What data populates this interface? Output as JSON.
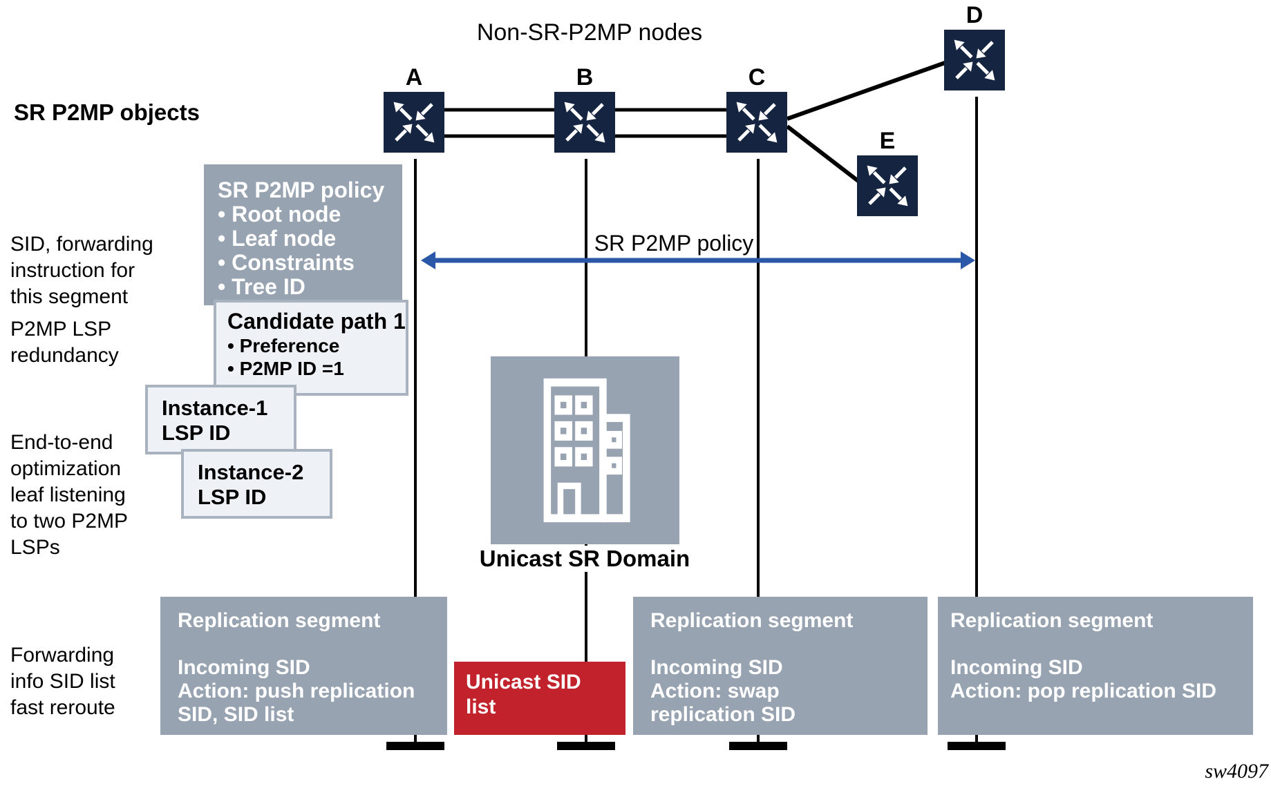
{
  "title": "Non-SR-P2MP nodes",
  "heading": "SR P2MP objects",
  "arrow_label": "SR P2MP policy",
  "watermark": "sw4097",
  "nodes": [
    {
      "label": "A"
    },
    {
      "label": "B"
    },
    {
      "label": "C"
    },
    {
      "label": "D"
    },
    {
      "label": "E"
    }
  ],
  "side_labels": {
    "sid": {
      "lines": [
        "SID, forwarding",
        "instruction for",
        "this segment"
      ]
    },
    "redundancy": {
      "lines": [
        "P2MP LSP",
        "redundancy"
      ]
    },
    "endtoend": {
      "lines": [
        "End-to-end",
        "optimization",
        "leaf listening",
        "to two P2MP",
        "LSPs"
      ]
    },
    "forwarding": {
      "lines": [
        "Forwarding",
        "info SID list",
        "fast reroute"
      ]
    }
  },
  "boxes": {
    "policy": {
      "title": "SR P2MP policy",
      "bullets": [
        "• Root node",
        "• Leaf node",
        "• Constraints",
        "• Tree ID"
      ]
    },
    "candidate": {
      "title": "Candidate path 1",
      "bullets": [
        "• Preference",
        "• P2MP ID =1"
      ]
    },
    "instance1": {
      "lines": [
        "Instance-1",
        "LSP ID"
      ]
    },
    "instance2": {
      "lines": [
        "Instance-2",
        "LSP ID"
      ]
    },
    "domain": {
      "label": "Unicast SR Domain"
    },
    "repl_push": {
      "title": "Replication segment",
      "body": [
        "Incoming SID",
        "Action: push replication",
        "SID, SID list"
      ]
    },
    "unicast_sid": {
      "lines": [
        "Unicast SID",
        "list"
      ]
    },
    "repl_swap": {
      "title": "Replication segment",
      "body": [
        "Incoming SID",
        "Action: swap",
        "replication SID"
      ]
    },
    "repl_pop": {
      "title": "Replication segment",
      "body": [
        "Incoming SID",
        "Action: pop replication SID"
      ]
    }
  },
  "colors": {
    "node_navy": "#152440",
    "box_gray": "#98a3b1",
    "alert_red": "#c2222b",
    "policy_blue": "#2b57a8",
    "light_fill": "#eef2f7",
    "light_border": "#a9b2bf"
  }
}
